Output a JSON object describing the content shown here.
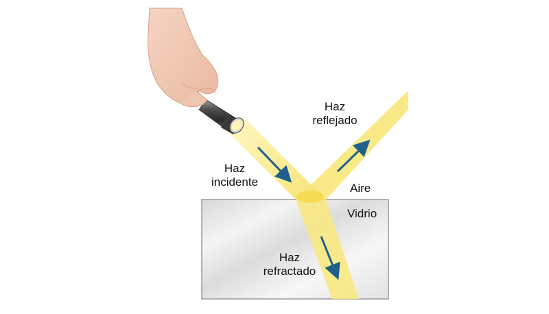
{
  "diagram": {
    "incident": {
      "line1": "Haz",
      "line2": "incidente"
    },
    "reflected": {
      "line1": "Haz",
      "line2": "reflejado"
    },
    "refracted": {
      "line1": "Haz",
      "line2": "refractado"
    },
    "medium_top": "Aire",
    "medium_bottom": "Vidrio"
  },
  "colors": {
    "beam": "#f8e77a",
    "beam_core": "#fbf3a8",
    "arrow": "#1f5f8c",
    "glass_border": "#9a9a9a",
    "glass_fill": "#ececec"
  },
  "icons": [
    "hand-icon",
    "flashlight-icon"
  ]
}
